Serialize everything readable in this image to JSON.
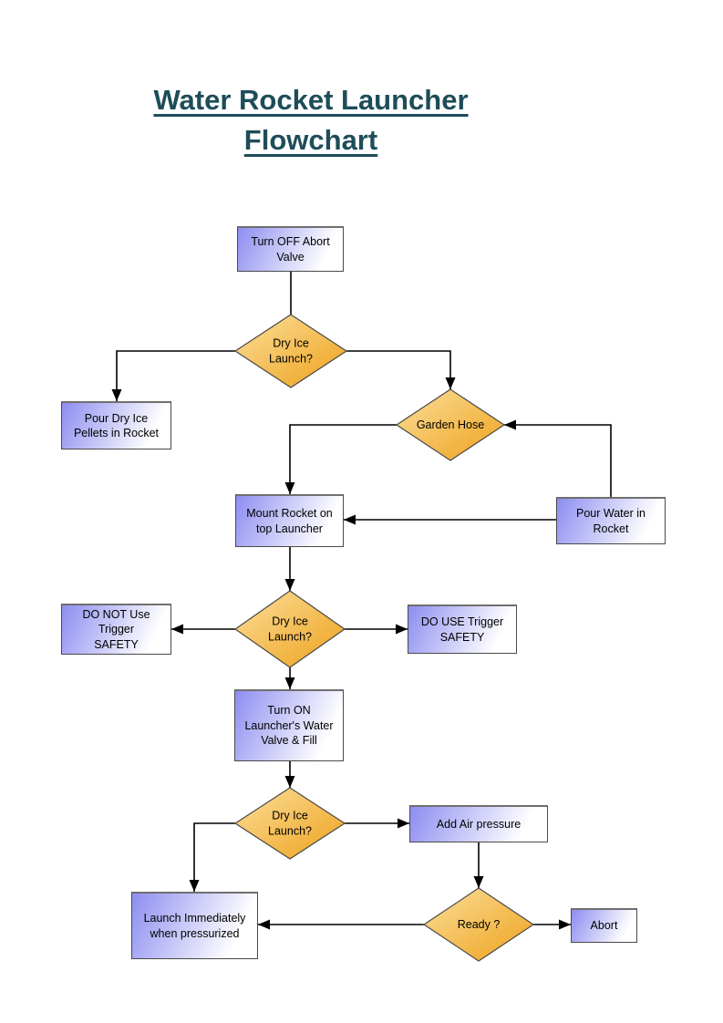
{
  "title": "Water Rocket Launcher\nFlowchart",
  "nodes": {
    "turn_off_abort_valve": {
      "label": "Turn OFF Abort\nValve"
    },
    "dry_ice_launch_1": {
      "label": "Dry Ice\nLaunch?"
    },
    "pour_dry_ice_pellets": {
      "label": "Pour Dry Ice\nPellets in Rocket"
    },
    "garden_hose": {
      "label": "Garden Hose"
    },
    "mount_rocket": {
      "label": "Mount Rocket on\ntop Launcher"
    },
    "pour_water": {
      "label": "Pour Water in\nRocket"
    },
    "do_not_use_trigger": {
      "label": "DO NOT Use\nTrigger\nSAFETY"
    },
    "dry_ice_launch_2": {
      "label": "Dry Ice\nLaunch?"
    },
    "do_use_trigger": {
      "label": "DO USE Trigger\nSAFETY"
    },
    "turn_on_water_valve": {
      "label": "Turn ON\nLauncher's Water\nValve & Fill"
    },
    "dry_ice_launch_3": {
      "label": "Dry Ice\nLaunch?"
    },
    "add_air_pressure": {
      "label": "Add Air pressure"
    },
    "launch_immediately": {
      "label": "Launch Immediately\nwhen pressurized"
    },
    "ready": {
      "label": "Ready ?"
    },
    "abort": {
      "label": "Abort"
    }
  },
  "edges": [
    {
      "from": "turn_off_abort_valve",
      "to": "dry_ice_launch_1",
      "arrow": false
    },
    {
      "from": "dry_ice_launch_1",
      "to": "pour_dry_ice_pellets",
      "arrow": true
    },
    {
      "from": "dry_ice_launch_1",
      "to": "garden_hose",
      "arrow": true
    },
    {
      "from": "pour_water",
      "to": "garden_hose",
      "arrow": true
    },
    {
      "from": "garden_hose",
      "to": "mount_rocket",
      "arrow": true
    },
    {
      "from": "pour_water",
      "to": "mount_rocket",
      "arrow": true
    },
    {
      "from": "mount_rocket",
      "to": "dry_ice_launch_2",
      "arrow": true
    },
    {
      "from": "dry_ice_launch_2",
      "to": "do_not_use_trigger",
      "arrow": true
    },
    {
      "from": "dry_ice_launch_2",
      "to": "do_use_trigger",
      "arrow": true
    },
    {
      "from": "dry_ice_launch_2",
      "to": "turn_on_water_valve",
      "arrow": true
    },
    {
      "from": "turn_on_water_valve",
      "to": "dry_ice_launch_3",
      "arrow": true
    },
    {
      "from": "dry_ice_launch_3",
      "to": "launch_immediately",
      "arrow": true
    },
    {
      "from": "dry_ice_launch_3",
      "to": "add_air_pressure",
      "arrow": true
    },
    {
      "from": "add_air_pressure",
      "to": "ready",
      "arrow": true
    },
    {
      "from": "ready",
      "to": "launch_immediately",
      "arrow": true
    },
    {
      "from": "ready",
      "to": "abort",
      "arrow": true
    }
  ],
  "colors": {
    "title_text": "#1e4d59",
    "process_fill_start": "#8d8df1",
    "process_fill_end": "#ffffff",
    "process_border": "#4a4a4a",
    "decision_fill_start": "#fbdf9a",
    "decision_fill_end": "#eea11c",
    "decision_border": "#4a4a4a",
    "connector": "#000000"
  }
}
